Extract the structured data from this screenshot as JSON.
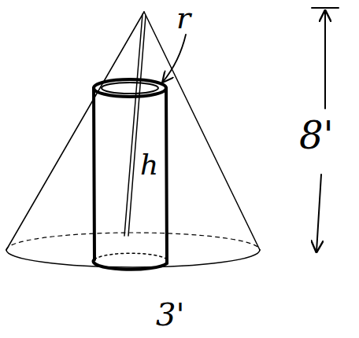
{
  "diagram": {
    "labels": [
      "r",
      "h",
      "8'",
      "3'"
    ]
  }
}
